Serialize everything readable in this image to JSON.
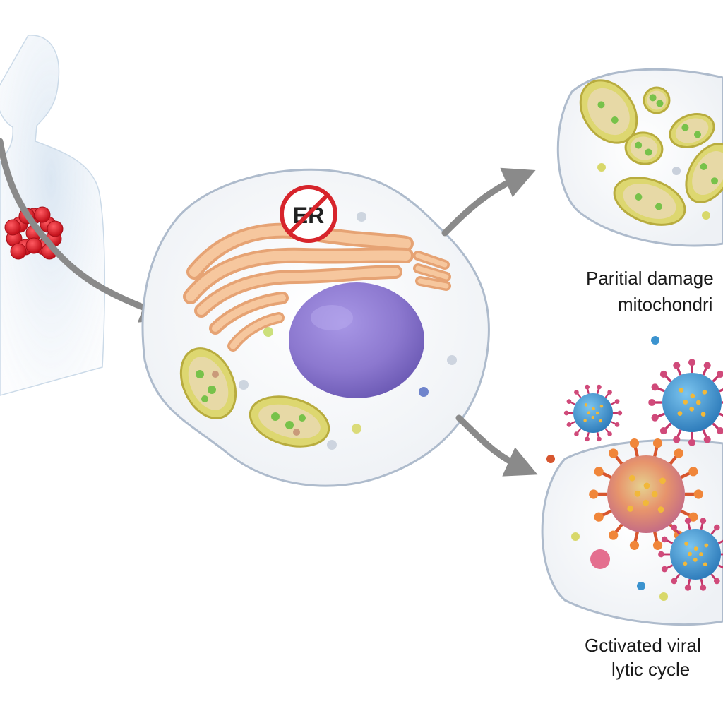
{
  "figure": {
    "no_er_sign": {
      "text": "ER"
    },
    "labels": {
      "mitochondria_line1": "Paritial damage",
      "mitochondria_line2": "mitochondri",
      "lytic_line1": "Gctivated viral",
      "lytic_line2": "lytic cycle"
    }
  },
  "colors": {
    "cell_fill": "#f4f6f9",
    "cell_outline": "#aebbcc",
    "nucleus": "#8c78cf",
    "er": "#f2b98a",
    "mitochondria": "#d7d56a",
    "tumor": "#e2252e",
    "arrow": "#8a8a8a",
    "virus_blue": "#3b93cf",
    "virus_spike": "#c4366a"
  }
}
